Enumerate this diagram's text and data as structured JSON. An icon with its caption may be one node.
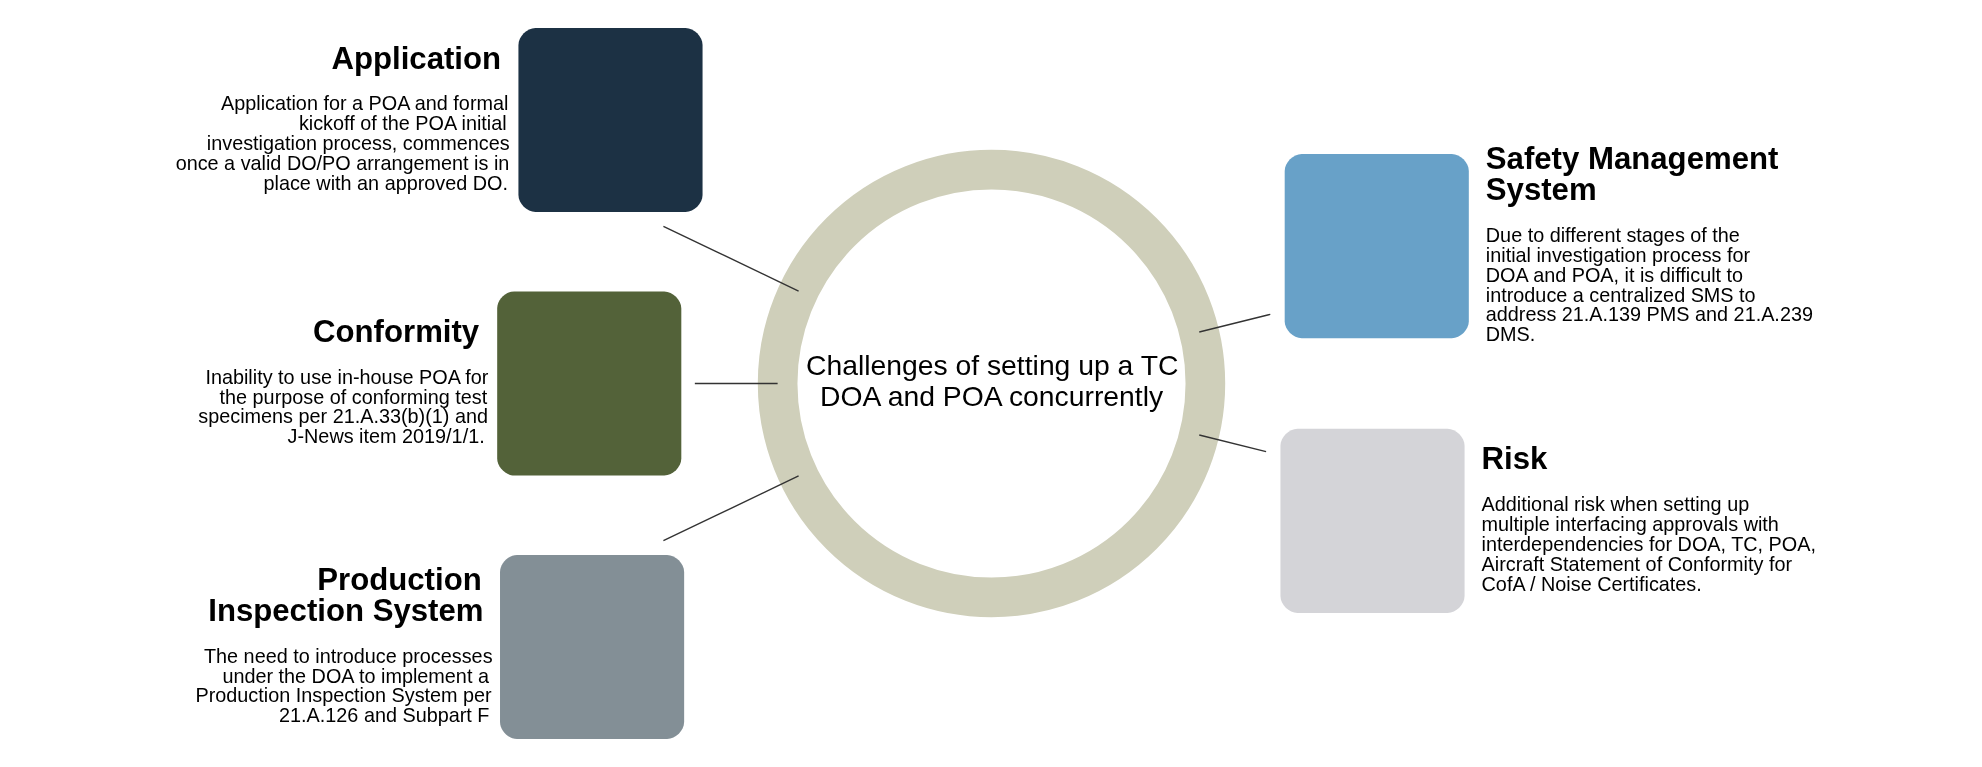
{
  "diagram": {
    "nodes": [
      {
        "text": [
          "Challenges of setting up a TC DOA and POA concurrently"
        ]
      },
      {
        "text": [
          "Application",
          "Application for a POA and formal kickoff of the POA initial investigation process, commences once a valid DO/PO arrangement is in place with an approved DO."
        ]
      },
      {
        "text": [
          "Conformity",
          "Inability to use in-house POA for the purpose of conforming test specimens per 21.A.33(b)(1) and J-News item 2019/1/1."
        ]
      },
      {
        "text": [
          "Production Inspection System",
          "The need to introduce processes under the DOA to implement a Production Inspection System per 21.A.126 and Subpart F"
        ]
      },
      {
        "text": [
          "Safety Management System",
          "Due to different stages of the initial investigation process for DOA and POA, it is difficult to introduce a centralized SMS to address 21.A.139 PMS and 21.A.239 DMS."
        ]
      },
      {
        "text": [
          "Risk",
          "Additional risk when setting up multiple interfacing approvals with interdependencies for DOA, TC, POA, Aircraft Statement of Conformity for CofA / Noise Certificates."
        ]
      }
    ],
    "edges": [
      {
        "from": 0,
        "to": 1,
        "arrow": "none"
      },
      {
        "from": 0,
        "to": 2,
        "arrow": "none"
      },
      {
        "from": 0,
        "to": 3,
        "arrow": "none"
      },
      {
        "from": 0,
        "to": 4,
        "arrow": "none"
      },
      {
        "from": 0,
        "to": 5,
        "arrow": "none"
      }
    ]
  }
}
